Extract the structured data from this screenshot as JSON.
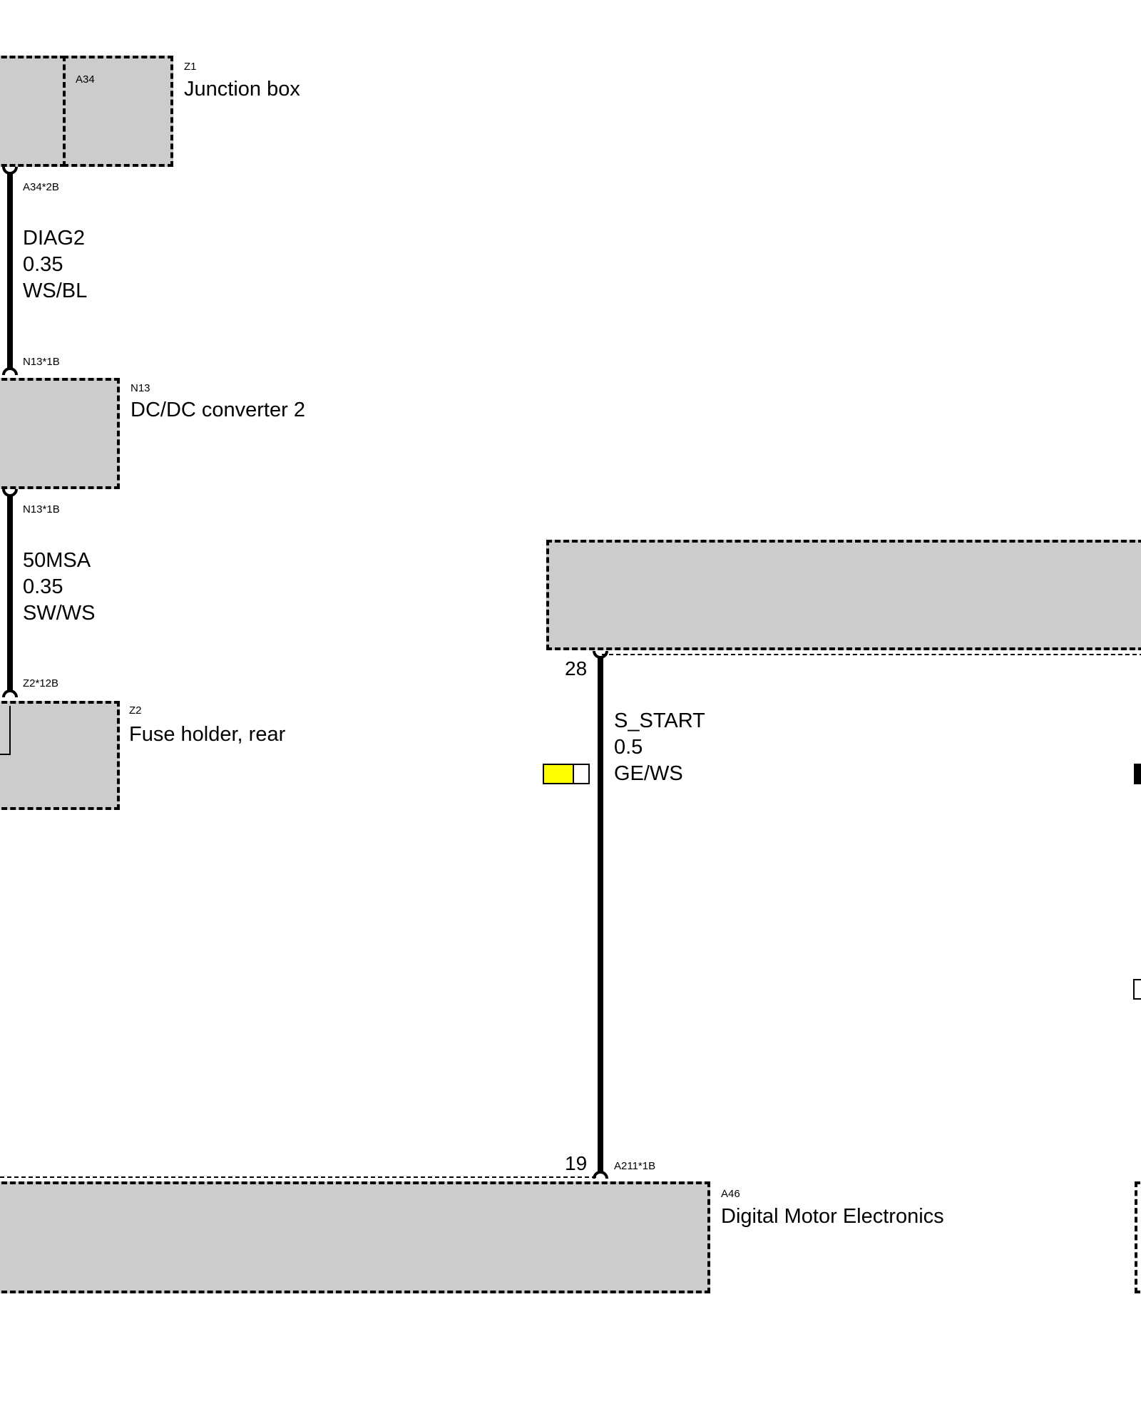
{
  "components": {
    "z1": {
      "code": "Z1",
      "name": "Junction box",
      "sub": "A34"
    },
    "n13": {
      "code": "N13",
      "name": "DC/DC converter 2"
    },
    "z2": {
      "code": "Z2",
      "name": "Fuse holder, rear"
    },
    "a46": {
      "code": "A46",
      "name": "Digital Motor Electronics"
    }
  },
  "connectors": {
    "c1": "A34*2B",
    "c2": "N13*1B",
    "c3": "N13*1B",
    "c4": "Z2*12B",
    "c5": "A211*1B"
  },
  "wires": {
    "diag2": {
      "signal": "DIAG2",
      "size": "0.35",
      "color": "WS/BL"
    },
    "msa": {
      "signal": "50MSA",
      "size": "0.35",
      "color": "SW/WS"
    },
    "start": {
      "signal": "S_START",
      "size": "0.5",
      "color": "GE/WS",
      "swatch": "#ffff00"
    }
  },
  "pins": {
    "top": "28",
    "bottom": "19"
  }
}
